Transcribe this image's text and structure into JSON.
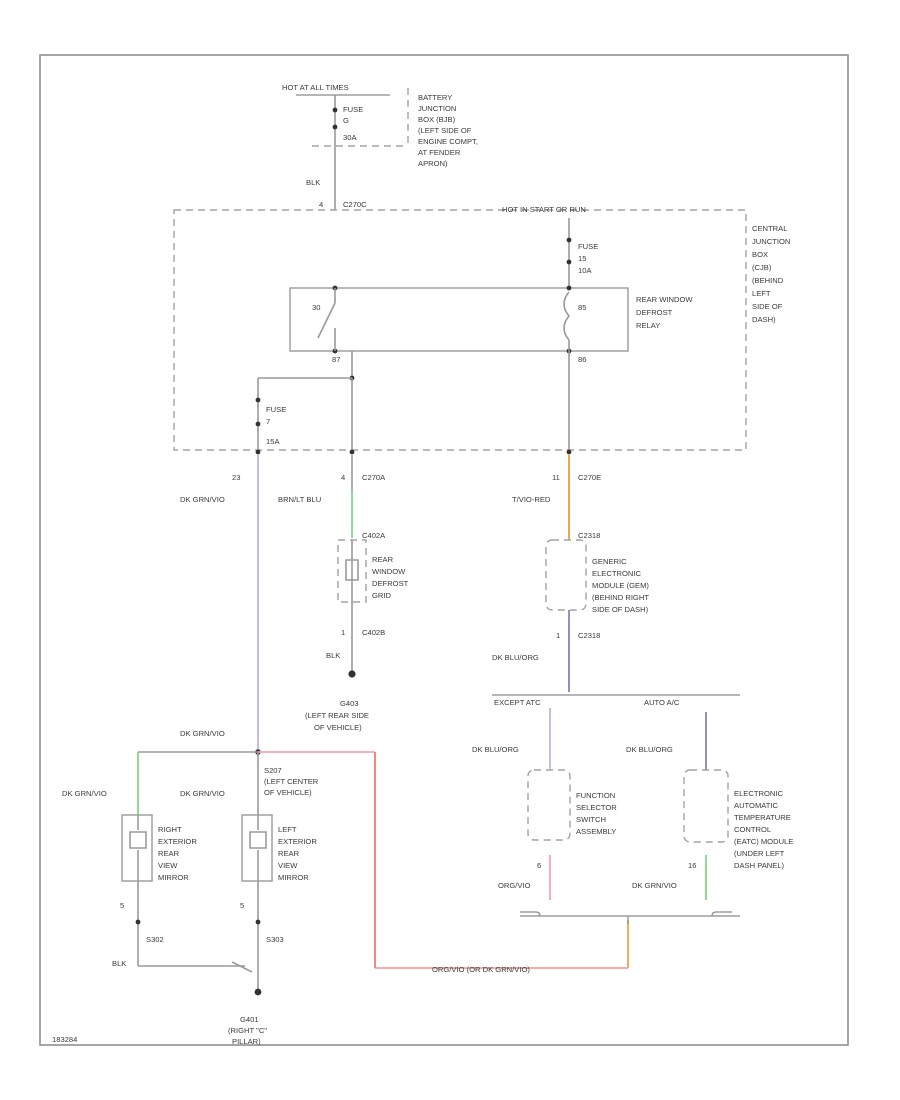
{
  "power": {
    "hot_label": "HOT AT ALL TIMES",
    "fuse_line1": "FUSE",
    "fuse_line2": "G",
    "fuse_line3": "30A",
    "battery_box_desc": [
      "BATTERY",
      "JUNCTION",
      "BOX (BJB)",
      "(LEFT SIDE OF",
      "ENGINE COMPT,",
      "AT FENDER",
      "APRON)"
    ],
    "wire_blk": "BLK",
    "pin_4": "4",
    "conn_c270c": "C270C",
    "hot_run_label": "HOT IN START OR RUN",
    "fuse2_lines": [
      "FUSE",
      "15",
      "10A"
    ]
  },
  "central_junction": {
    "desc": [
      "CENTRAL",
      "JUNCTION",
      "BOX",
      "(CJB)",
      "(BEHIND",
      "LEFT",
      "SIDE OF",
      "DASH)"
    ]
  },
  "relay": {
    "desc": [
      "REAR WINDOW",
      "DEFROST",
      "RELAY"
    ],
    "pin_top_left": "30",
    "pin_bottom_left": "87",
    "pin_top_right": "85",
    "pin_bottom_right": "86"
  },
  "fuse7": {
    "lines": [
      "FUSE",
      "7",
      "15A"
    ]
  },
  "left_branch": {
    "pin": "23",
    "wire": "DK GRN/VIO"
  },
  "middle_branch": {
    "pin": "4",
    "conn": "C270A",
    "wire": "BRN/LT BLU",
    "grid_conn": "C402A",
    "grid_desc": [
      "REAR",
      "WINDOW",
      "DEFROST",
      "GRID"
    ],
    "grid_pin": "1",
    "grid_conn2": "C402B",
    "ground_wire": "BLK",
    "ground_label": [
      "G403",
      "(LEFT REAR SIDE",
      "OF VEHICLE)"
    ]
  },
  "right_branch": {
    "pin": "11",
    "conn": "C270E",
    "wire": "T/VIO-RED",
    "gem_conn": "C2318",
    "gem_desc": [
      "GENERIC",
      "ELECTRONIC",
      "MODULE (GEM)",
      "(BEHIND RIGHT",
      "SIDE OF DASH)"
    ],
    "gem_pin": "1",
    "gem_conn2": "C2318",
    "gem_out_wire": "DK BLU/ORG",
    "manual_label": "EXCEPT ATC",
    "auto_label": "AUTO A/C",
    "fss_wire": "DK BLU/ORG",
    "fss_desc": [
      "FUNCTION",
      "SELECTOR",
      "SWITCH",
      "ASSEMBLY"
    ],
    "fss_pin": "6",
    "fss_out_wire": "ORG/VIO",
    "eatc_wire": "DK BLU/ORG",
    "eatc_desc": [
      "ELECTRONIC",
      "AUTOMATIC",
      "TEMPERATURE",
      "CONTROL",
      "(EATC) MODULE",
      "(UNDER LEFT",
      "DASH PANEL)"
    ],
    "eatc_pin": "16",
    "eatc_out_wire": "DK GRN/VIO",
    "bottom_wire": "ORG/VIO (OR DK GRN/VIO)"
  },
  "mirrors": {
    "wire_top": "DK GRN/VIO",
    "splice": [
      "S207",
      "(LEFT CENTER",
      "OF VEHICLE)"
    ],
    "right_wire": "DK GRN/VIO",
    "left_wire": "DK GRN/VIO",
    "right_desc": [
      "RIGHT",
      "EXTERIOR",
      "REAR",
      "VIEW",
      "MIRROR"
    ],
    "left_desc": [
      "LEFT",
      "EXTERIOR",
      "REAR",
      "VIEW",
      "MIRROR"
    ],
    "right_pin": "5",
    "left_pin": "5",
    "right_conn": "S302",
    "left_conn": "S303",
    "ground_wire": "BLK",
    "ground_label": [
      "G401",
      "(RIGHT \"C\"",
      "PILLAR)"
    ]
  },
  "footer": {
    "code": "183284"
  },
  "colors": {
    "wire_grey": "#9a9a9a",
    "green": "#84d68a",
    "pink": "#f2a3c3",
    "orange": "#f2a64a",
    "purple": "#8c7fc2",
    "violet_light": "#c9b3d6",
    "red_orange": "#f07a6e"
  }
}
